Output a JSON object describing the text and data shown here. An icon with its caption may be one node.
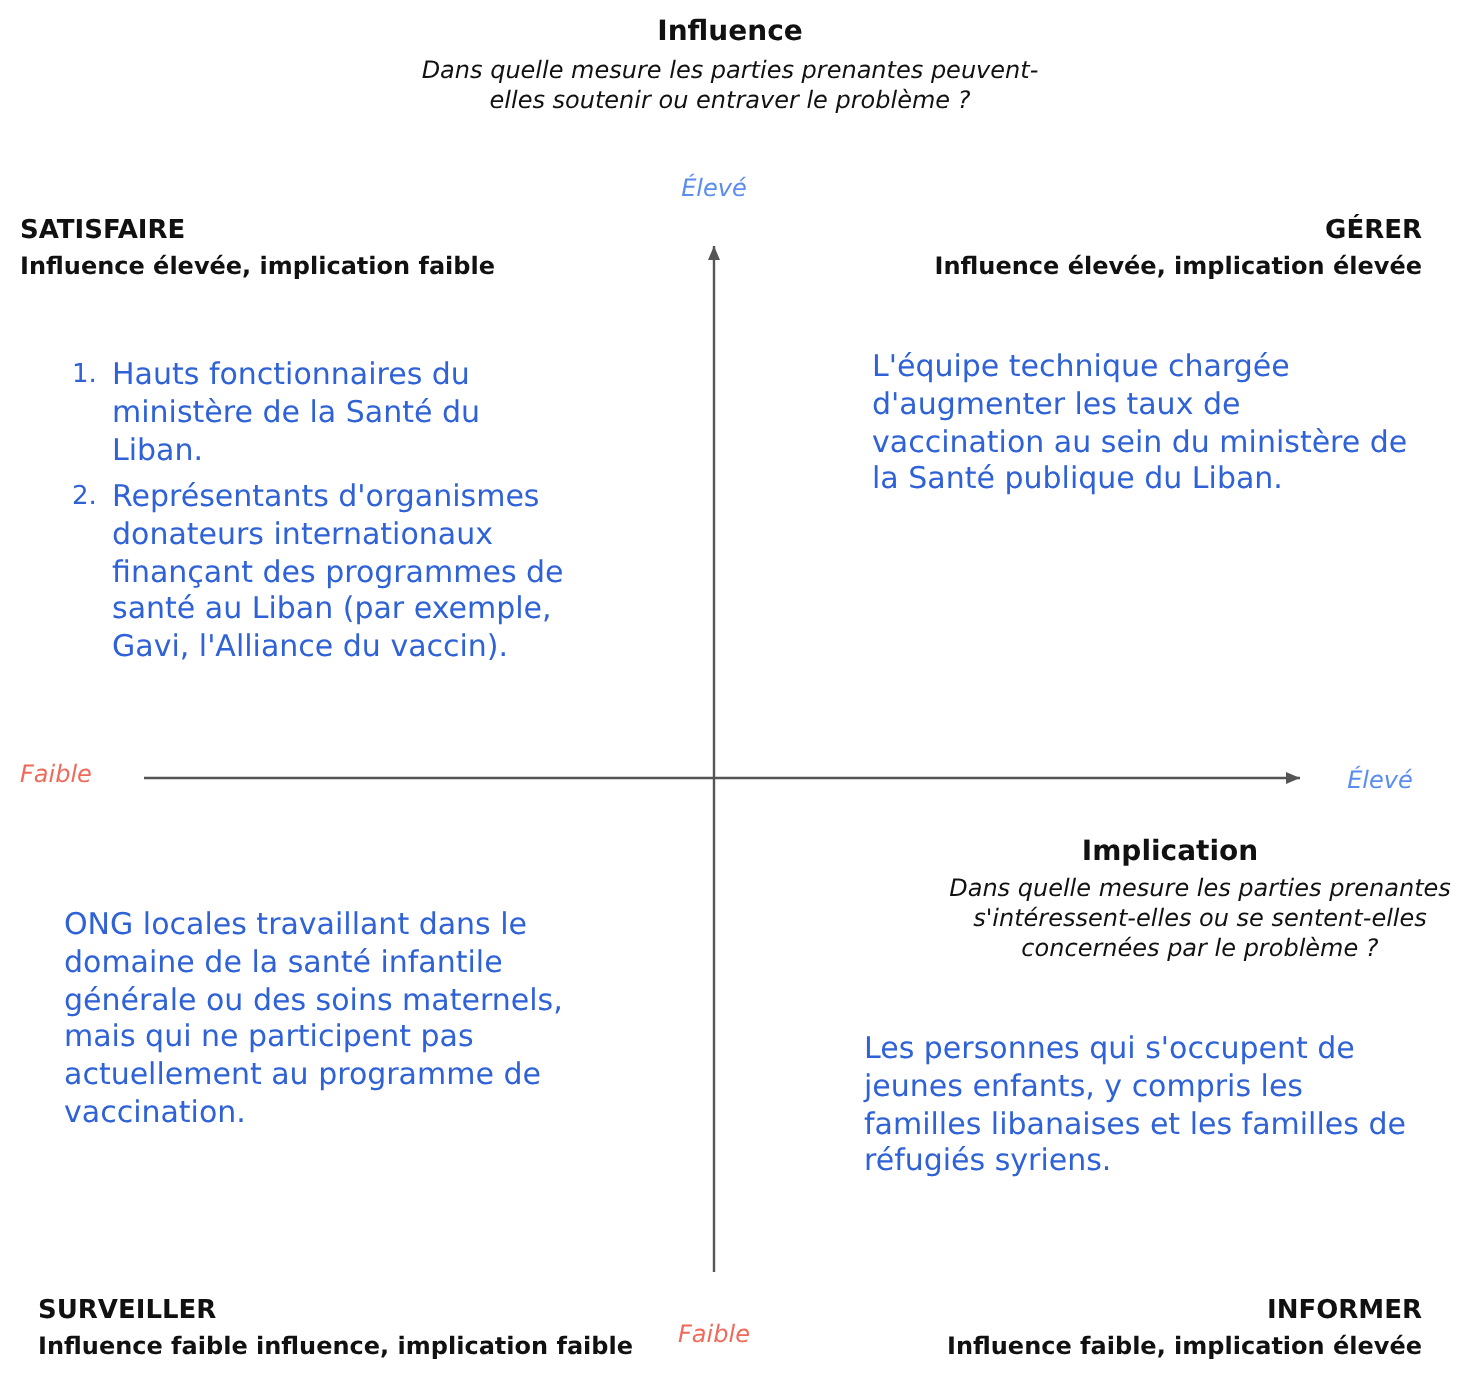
{
  "diagram": {
    "labels": [
      "Influence",
      "Dans quelle mesure les parties prenantes peuvent-elles soutenir ou entraver le problème ?",
      "Élevé",
      "SATISFAIRE",
      "Influence élevée, implication faible",
      "GÉRER",
      "Influence élevée, implication élevée",
      "1.",
      "Hauts fonctionnaires du ministère de la Santé du Liban.",
      "L'équipe technique chargée d'augmenter les taux de vaccination au sein du ministère de la Santé publique du Liban.",
      "2.",
      "Représentants d'organismes donateurs internationaux finançant des programmes de santé au Liban (par exemple, Gavi, l'Alliance du vaccin).",
      "Faible",
      "Élevé",
      "Implication",
      "Dans quelle mesure les parties prenantes s'intéressent-elles ou se sentent-elles concernées par le problème ?",
      "ONG locales travaillant dans le domaine de la santé infantile générale ou des soins maternels, mais qui ne participent pas actuellement au programme de vaccination.",
      "Les personnes qui s'occupent de jeunes enfants, y compris les familles libanaises et les familles de réfugiés syriens.",
      "SURVEILLER",
      "Influence faible influence, implication faible",
      "Faible",
      "INFORMER",
      "Influence faible, implication élevée"
    ]
  }
}
